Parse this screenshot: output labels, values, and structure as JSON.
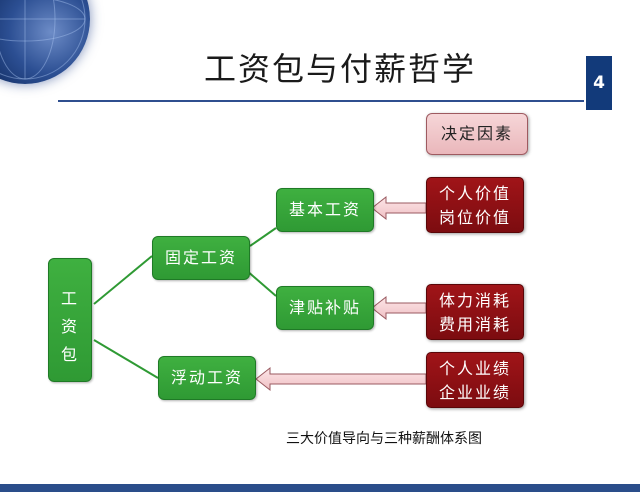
{
  "slide": {
    "title": "工资包与付薪哲学",
    "page_number": "4",
    "caption": "三大价值导向与三种薪酬体系图"
  },
  "diagram": {
    "root": {
      "chars": [
        "工",
        "资",
        "包"
      ]
    },
    "fixed_pay": "固定工资",
    "base_pay": "基本工资",
    "allowance": "津贴补贴",
    "floating_pay": "浮动工资",
    "factors_header": "决定因素",
    "factor_groups": [
      [
        "个人价值",
        "岗位价值"
      ],
      [
        "体力消耗",
        "费用消耗"
      ],
      [
        "个人业绩",
        "企业业绩"
      ]
    ]
  },
  "colors": {
    "box_green": "#3aa83c",
    "box_red": "#8e1014",
    "header_pink": "#f0c4c8",
    "title_rule": "#2f4f8f",
    "page_badge": "#123a7a"
  }
}
